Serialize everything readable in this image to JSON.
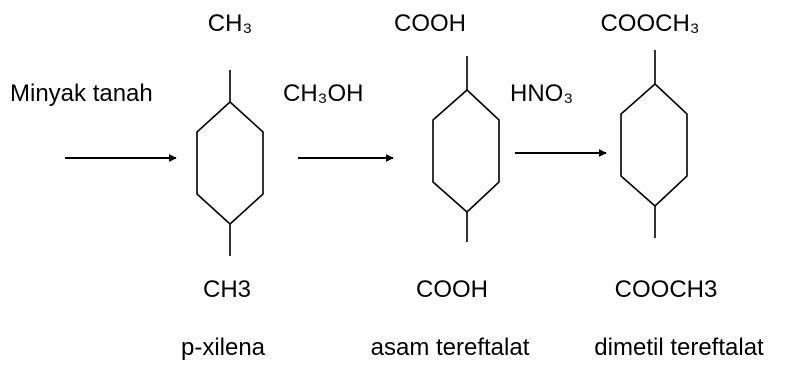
{
  "labels": {
    "source": "Minyak tanah",
    "reagent1": "CH₃OH",
    "reagent2": "HNO₃",
    "pxylene_top": "CH₃",
    "pxylene_bottom": "CH3",
    "acid_top": "COOH",
    "acid_bottom": "COOH",
    "ester_top": "COOCH₃",
    "ester_bottom": "COOCH3"
  },
  "names": {
    "pxylene": "p-xilena",
    "acid": "asam tereftalat",
    "ester": "dimetil tereftalat"
  }
}
